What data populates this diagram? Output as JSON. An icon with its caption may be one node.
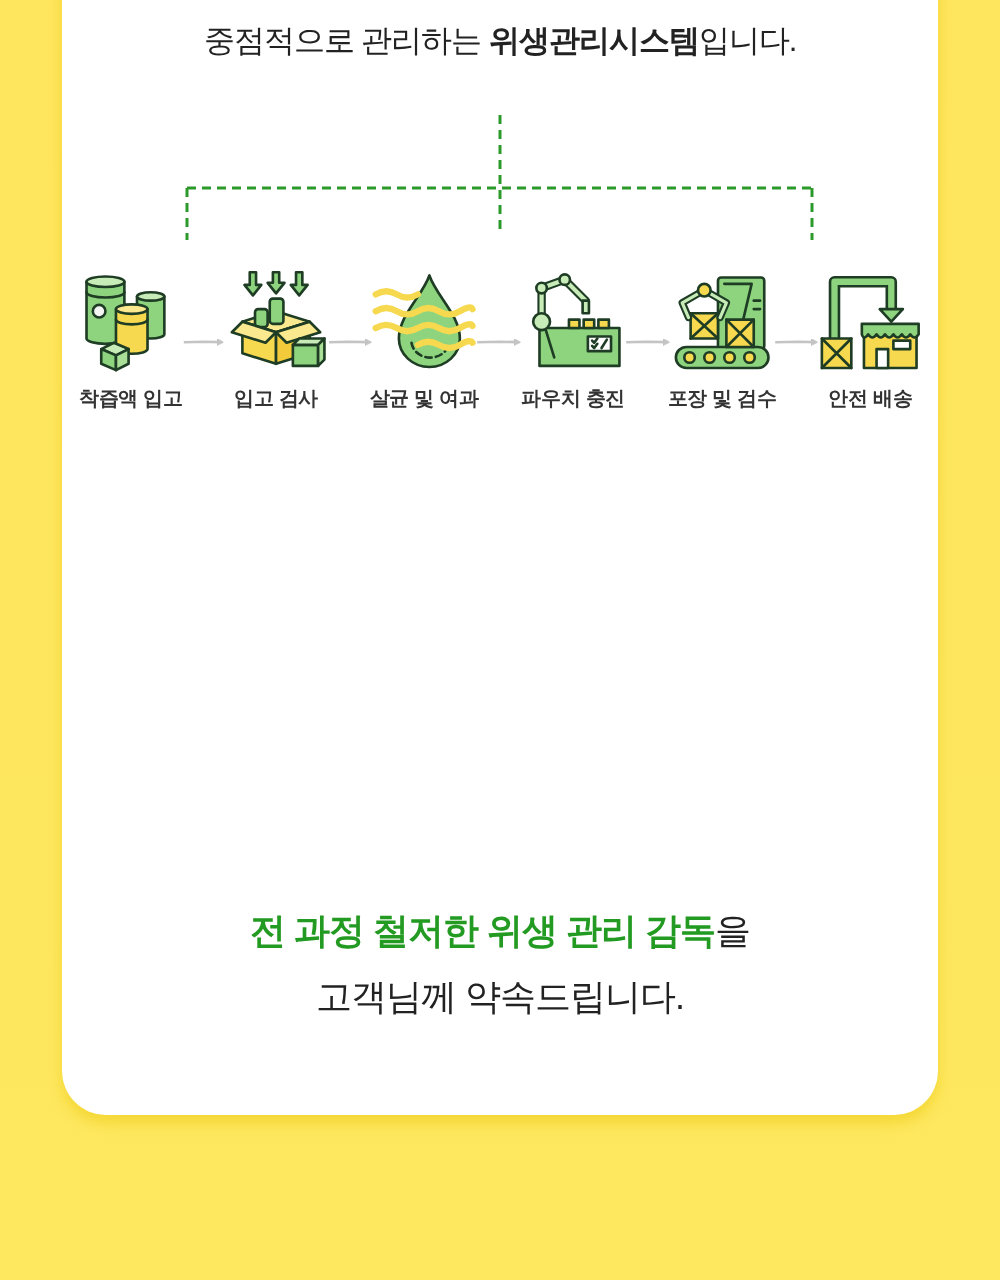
{
  "diagram": {
    "nodes": [
      {
        "text": [
          "착즙액 입고"
        ]
      },
      {
        "text": [
          "입고 검사"
        ]
      },
      {
        "text": [
          "살균 및 여과"
        ]
      },
      {
        "text": [
          "파우치 충진"
        ]
      },
      {
        "text": [
          "포장 및 검수"
        ]
      },
      {
        "text": [
          "안전 배송"
        ]
      }
    ],
    "edges": [
      {
        "from": 0,
        "to": 1,
        "arrow": "to"
      },
      {
        "from": 1,
        "to": 2,
        "arrow": "to"
      },
      {
        "from": 2,
        "to": 3,
        "arrow": "to"
      },
      {
        "from": 3,
        "to": 4,
        "arrow": "to"
      },
      {
        "from": 4,
        "to": 5,
        "arrow": "to"
      }
    ],
    "labels": [
      "중점적으로 관리하는 **위생관리시스템**입니다."
    ],
    "caption": "**전 과정 철저한 위생 관리 감독**을 고객님께 약속드립니다."
  }
}
